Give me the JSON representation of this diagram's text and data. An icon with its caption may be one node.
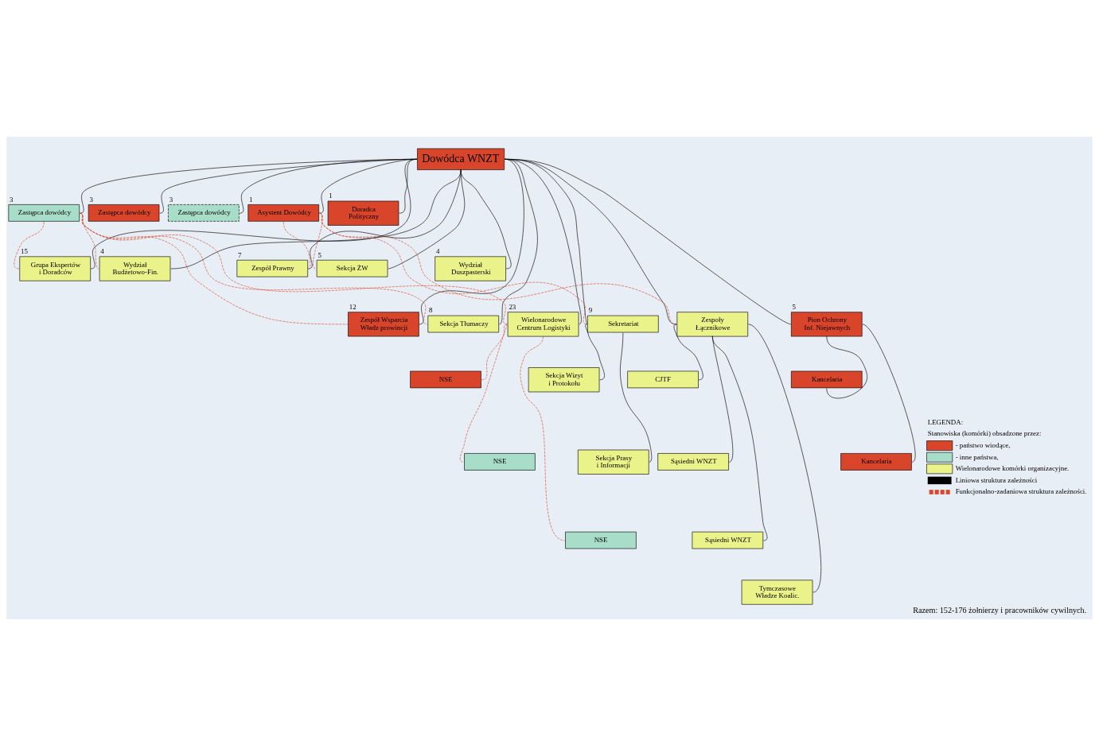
{
  "diagram": {
    "caption": "Razem: 152-176 żołnierzy i pracowników cywilnych.",
    "nodes": [
      {
        "text": [
          "Dowódca WNZT"
        ]
      },
      {
        "text": [
          "Zastępca dowódcy"
        ],
        "beside": [
          "3"
        ]
      },
      {
        "text": [
          "Zastępca dowódcy"
        ],
        "beside": [
          "3"
        ]
      },
      {
        "text": [
          "Zastępca dowódcy"
        ],
        "beside": [
          "3"
        ]
      },
      {
        "text": [
          "Asystent Dowódcy"
        ],
        "beside": [
          "1"
        ]
      },
      {
        "text": [
          "Doradca Polityczny"
        ],
        "beside": [
          "1"
        ]
      },
      {
        "text": [
          "Grupa Ekspertów i Doradców"
        ],
        "beside": [
          "15"
        ]
      },
      {
        "text": [
          "Wydział Budżetowo-Fin."
        ],
        "beside": [
          "4"
        ]
      },
      {
        "text": [
          "Zespół Prawny"
        ],
        "beside": [
          "7"
        ]
      },
      {
        "text": [
          "Sekcja ŻW"
        ],
        "beside": [
          "5"
        ]
      },
      {
        "text": [
          "Wydział Duszpasterski"
        ],
        "beside": [
          "4"
        ]
      },
      {
        "text": [
          "Zespół Wsparcia Władz prowincji"
        ],
        "beside": [
          "12"
        ]
      },
      {
        "text": [
          "Sekcja Tłumaczy"
        ],
        "beside": [
          "8"
        ]
      },
      {
        "text": [
          "Wielonarodowe Centrum Logistyki"
        ],
        "beside": [
          "23"
        ]
      },
      {
        "text": [
          "Sekretariat"
        ],
        "beside": [
          "9"
        ]
      },
      {
        "text": [
          "Zespoły Łącznikowe"
        ]
      },
      {
        "text": [
          "Pion Ochrony Inf. Niejawnych"
        ],
        "beside": [
          "5"
        ]
      },
      {
        "text": [
          "NSE"
        ]
      },
      {
        "text": [
          "NSE"
        ]
      },
      {
        "text": [
          "NSE"
        ]
      },
      {
        "text": [
          "Sekcja Wizyt i Protokołu"
        ]
      },
      {
        "text": [
          "Sekcja Prasy i Informacji"
        ]
      },
      {
        "text": [
          "CJTF"
        ]
      },
      {
        "text": [
          "Sąsiedni WNZT"
        ]
      },
      {
        "text": [
          "Sąsiedni WNZT"
        ]
      },
      {
        "text": [
          "Tymczasowe Władze Koalic."
        ]
      },
      {
        "text": [
          "Kancelaria"
        ]
      },
      {
        "text": [
          "Kancelaria"
        ]
      }
    ],
    "edges": [
      {
        "from": 0,
        "to": 1,
        "arrow": "none"
      },
      {
        "from": 0,
        "to": 2,
        "arrow": "none"
      },
      {
        "from": 0,
        "to": 3,
        "arrow": "none"
      },
      {
        "from": 0,
        "to": 4,
        "arrow": "none"
      },
      {
        "from": 0,
        "to": 5,
        "arrow": "none"
      },
      {
        "from": 0,
        "to": 6,
        "arrow": "none"
      },
      {
        "from": 0,
        "to": 7,
        "arrow": "none"
      },
      {
        "from": 0,
        "to": 8,
        "arrow": "none"
      },
      {
        "from": 0,
        "to": 9,
        "arrow": "none"
      },
      {
        "from": 0,
        "to": 10,
        "arrow": "none"
      },
      {
        "from": 0,
        "to": 11,
        "arrow": "none"
      },
      {
        "from": 0,
        "to": 12,
        "arrow": "none"
      },
      {
        "from": 0,
        "to": 13,
        "arrow": "none"
      },
      {
        "from": 0,
        "to": 14,
        "arrow": "none"
      },
      {
        "from": 0,
        "to": 15,
        "arrow": "none"
      },
      {
        "from": 0,
        "to": 16,
        "arrow": "none"
      },
      {
        "from": 14,
        "to": 20,
        "arrow": "none"
      },
      {
        "from": 14,
        "to": 21,
        "arrow": "none"
      },
      {
        "from": 15,
        "to": 22,
        "arrow": "none"
      },
      {
        "from": 15,
        "to": 23,
        "arrow": "none"
      },
      {
        "from": 15,
        "to": 24,
        "arrow": "none"
      },
      {
        "from": 15,
        "to": 25,
        "arrow": "none"
      },
      {
        "from": 16,
        "to": 26,
        "arrow": "none"
      },
      {
        "from": 16,
        "to": 27,
        "arrow": "none"
      },
      {
        "from": 1,
        "to": 6,
        "arrow": "none",
        "style": "dashed",
        "color": "#d9452b"
      },
      {
        "from": 1,
        "to": 11,
        "arrow": "none",
        "style": "dashed",
        "color": "#d9452b"
      },
      {
        "from": 1,
        "to": 12,
        "arrow": "none",
        "style": "dashed",
        "color": "#d9452b"
      },
      {
        "from": 1,
        "to": 7,
        "arrow": "none",
        "style": "dashed",
        "color": "#d9452b"
      },
      {
        "from": 1,
        "to": 13,
        "arrow": "none",
        "style": "dashed",
        "color": "#d9452b"
      },
      {
        "from": 4,
        "to": 8,
        "arrow": "none",
        "style": "dashed",
        "color": "#d9452b"
      },
      {
        "from": 4,
        "to": 14,
        "arrow": "none",
        "style": "dashed",
        "color": "#d9452b"
      },
      {
        "from": 4,
        "to": 9,
        "arrow": "none",
        "style": "dashed",
        "color": "#d9452b"
      },
      {
        "from": 4,
        "to": 15,
        "arrow": "none",
        "style": "dashed",
        "color": "#d9452b"
      },
      {
        "from": 13,
        "to": 17,
        "arrow": "none",
        "style": "dashed",
        "color": "#d9452b"
      },
      {
        "from": 13,
        "to": 18,
        "arrow": "none",
        "style": "dashed",
        "color": "#d9452b"
      },
      {
        "from": 13,
        "to": 19,
        "arrow": "none",
        "style": "dashed",
        "color": "#d9452b"
      }
    ],
    "labels": [
      "LEGENDA:",
      "Stanowiska (komórki) obsadzone przez:"
    ],
    "legend": [
      {
        "text": "- państwo wiodące,",
        "color": "#d9452b"
      },
      {
        "text": "- inne państwa,",
        "color": "#a8dec9"
      },
      {
        "text": "Wielonarodowe komórki organizacyjne.",
        "color": "#eaf28a"
      },
      {
        "text": "Liniowa struktura zależności"
      },
      {
        "text": "Funkcjonalno-zadaniowa struktura zależności."
      }
    ]
  }
}
